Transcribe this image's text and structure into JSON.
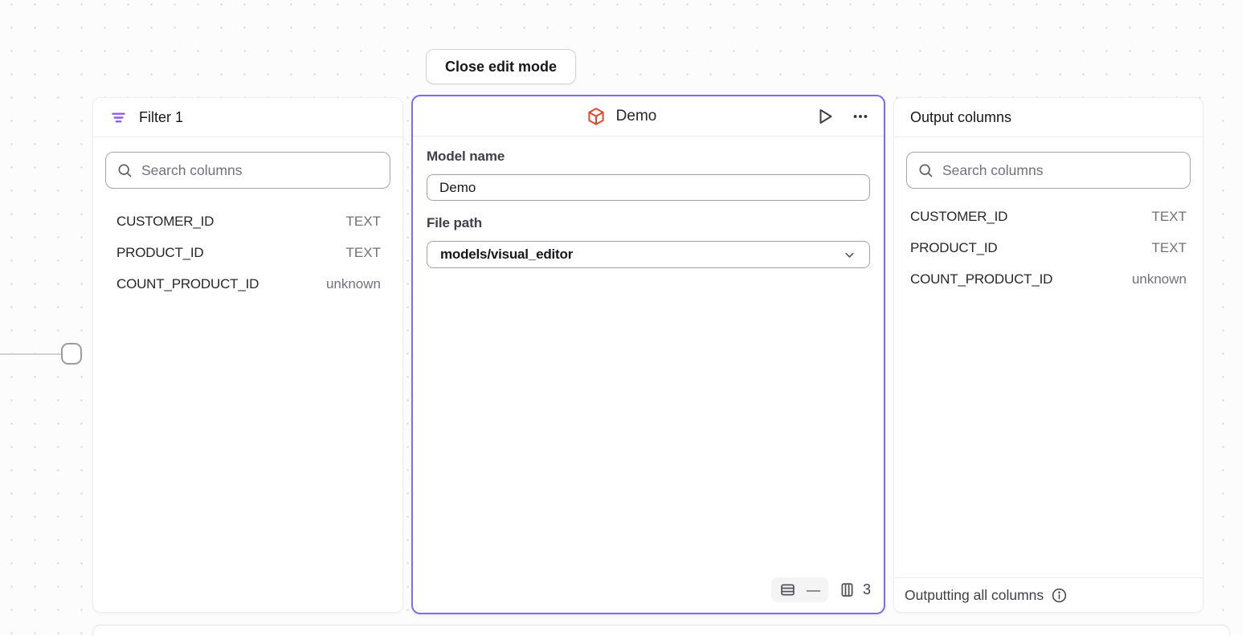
{
  "toolbar": {
    "close_button": "Close edit mode"
  },
  "filter_panel": {
    "title": "Filter 1",
    "search_placeholder": "Search columns",
    "columns": [
      {
        "name": "CUSTOMER_ID",
        "type": "TEXT"
      },
      {
        "name": "PRODUCT_ID",
        "type": "TEXT"
      },
      {
        "name": "COUNT_PRODUCT_ID",
        "type": "unknown"
      }
    ]
  },
  "model_panel": {
    "title": "Demo",
    "model_name_label": "Model name",
    "model_name_value": "Demo",
    "file_path_label": "File path",
    "file_path_value": "models/visual_editor",
    "rows_value": "—",
    "column_count": "3"
  },
  "output_panel": {
    "title": "Output columns",
    "search_placeholder": "Search columns",
    "columns": [
      {
        "name": "CUSTOMER_ID",
        "type": "TEXT"
      },
      {
        "name": "PRODUCT_ID",
        "type": "TEXT"
      },
      {
        "name": "COUNT_PRODUCT_ID",
        "type": "unknown"
      }
    ],
    "footer_text": "Outputting all columns"
  },
  "colors": {
    "accent_purple": "#7e6af0",
    "filter_icon_purple": "#8b5cf6",
    "model_icon_orange": "#e2492c",
    "muted_text": "#71717a",
    "dot_grid": "#d7d7d9"
  }
}
